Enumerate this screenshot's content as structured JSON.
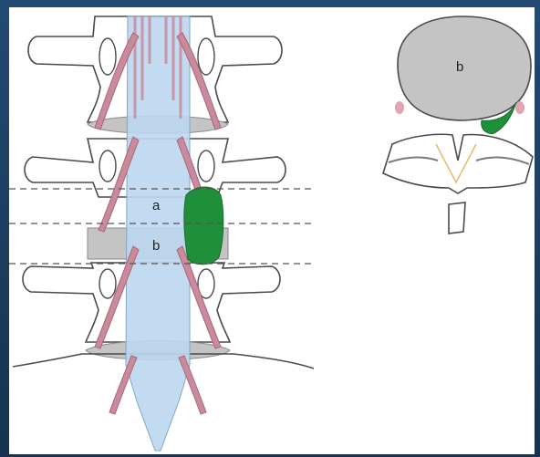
{
  "labels": {
    "segment_a": "a",
    "segment_b": "b",
    "axial_b": "b"
  },
  "colors": {
    "bone_outline": "#4a4a4a",
    "disc": "#bdbdbd",
    "dural_sac": "#bcd7ee",
    "nerve_root": "#c98a9b",
    "herniation": "#1f8f3a",
    "frame": "#1c3f63"
  }
}
